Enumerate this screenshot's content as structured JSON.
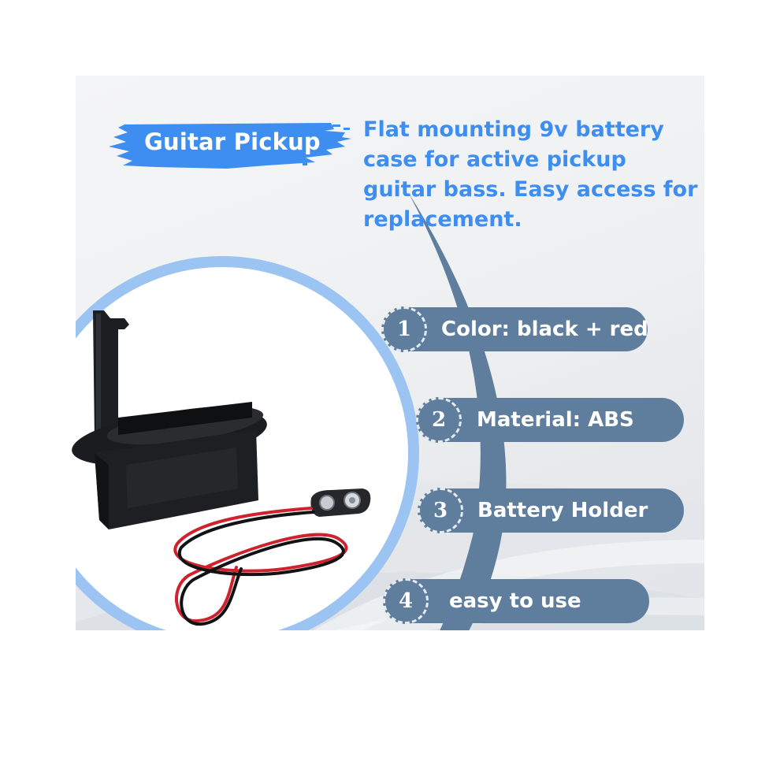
{
  "banner": {
    "title": "Guitar Pickup",
    "description": "Flat mounting 9v battery case for active pickup guitar bass. Easy access for replacement."
  },
  "features": [
    {
      "number": "1",
      "label": "Color: black + red"
    },
    {
      "number": "2",
      "label": "Material: ABS"
    },
    {
      "number": "3",
      "label": "Battery Holder"
    },
    {
      "number": "4",
      "label": "easy to use"
    }
  ],
  "colors": {
    "accent_blue": "#3d8ef0",
    "pill": "#5f7d9c",
    "ring": "#9cc4f2",
    "equalizer": "#5fcbe0"
  },
  "icons": [
    "brush-stroke-banner",
    "battery-holder-photo",
    "snap-connector",
    "equalizer-bars"
  ]
}
